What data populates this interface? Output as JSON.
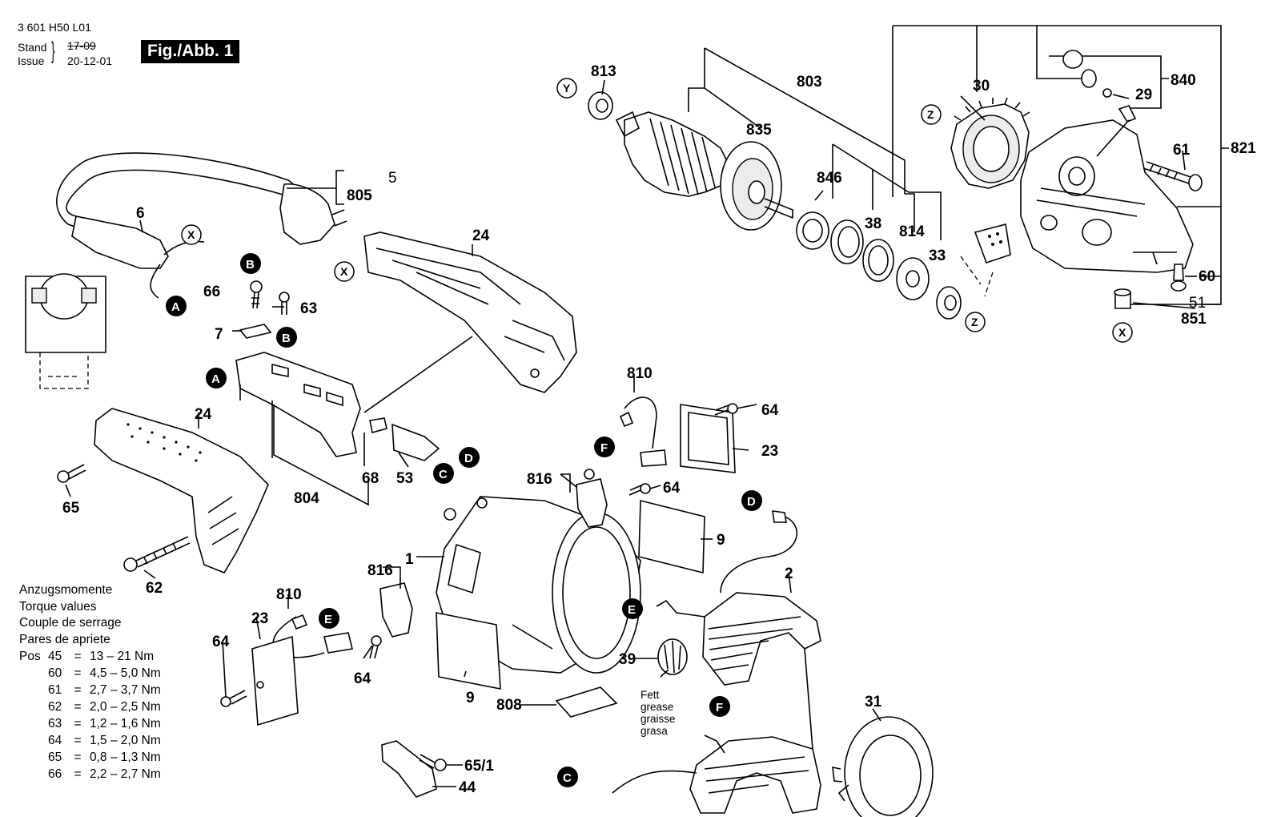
{
  "header": {
    "doc_number": "3 601 H50 L01",
    "stand_label": "Stand",
    "issue_label": "Issue",
    "stand_date_struck": "17-09",
    "issue_date": "20-12-01",
    "figure_label": "Fig./Abb. 1"
  },
  "torque": {
    "titles": [
      "Anzugsmomente",
      "Torque values",
      "Couple de serrage",
      "Pares de apriete"
    ],
    "pos_label": "Pos",
    "rows": [
      {
        "pos": "45",
        "eq": "=",
        "value": "13 – 21 Nm"
      },
      {
        "pos": "60",
        "eq": "=",
        "value": "4,5 – 5,0 Nm"
      },
      {
        "pos": "61",
        "eq": "=",
        "value": "2,7 – 3,7 Nm"
      },
      {
        "pos": "62",
        "eq": "=",
        "value": "2,0 – 2,5 Nm"
      },
      {
        "pos": "63",
        "eq": "=",
        "value": "1,2 – 1,6 Nm"
      },
      {
        "pos": "64",
        "eq": "=",
        "value": "1,5 – 2,0 Nm"
      },
      {
        "pos": "65",
        "eq": "=",
        "value": "0,8 – 1,3 Nm"
      },
      {
        "pos": "66",
        "eq": "=",
        "value": "2,2 – 2,7 Nm"
      }
    ]
  },
  "grease_note": [
    "Fett",
    "grease",
    "graisse",
    "grasa"
  ],
  "part_labels": {
    "p813": "813",
    "p803": "803",
    "p835": "835",
    "p846": "846",
    "p38": "38",
    "p814": "814",
    "p33": "33",
    "p30": "30",
    "p29": "29",
    "p840": "840",
    "p821": "821",
    "p61": "61",
    "p60": "60",
    "p51": "51",
    "p851": "851",
    "p5": "5",
    "p805": "805",
    "p6": "6",
    "p24a": "24",
    "p66": "66",
    "p63": "63",
    "p7": "7",
    "p24b": "24",
    "p65": "65",
    "p62": "62",
    "p804": "804",
    "p68": "68",
    "p53": "53",
    "p810a": "810",
    "p64a": "64",
    "p23a": "23",
    "p816a": "816",
    "p64b": "64",
    "p9a": "9",
    "p1": "1",
    "p2": "2",
    "p816b": "816",
    "p810b": "810",
    "p23b": "23",
    "p64c": "64",
    "p64d": "64",
    "p9b": "9",
    "p808": "808",
    "p39": "39",
    "p31": "31",
    "p651": "65/1",
    "p44": "44"
  },
  "callouts": {
    "Y": "Y",
    "Z": "Z",
    "X": "X",
    "A": "A",
    "B": "B",
    "C": "C",
    "D": "D",
    "E": "E",
    "F": "F"
  }
}
